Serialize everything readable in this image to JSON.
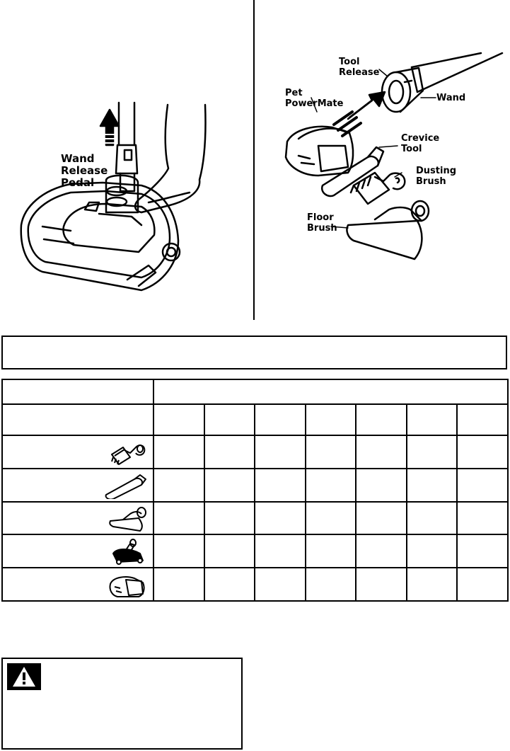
{
  "left_figure": {
    "callout_wand_release_pedal": "Wand\nRelease\nPedal"
  },
  "right_figure": {
    "callout_tool_release": "Tool\nRelease",
    "callout_wand": "Wand",
    "callout_pet_powermate": "Pet\nPowerMate",
    "callout_crevice_tool": "Crevice\nTool",
    "callout_dusting_brush": "Dusting\nBrush",
    "callout_floor_brush": "Floor\nBrush"
  },
  "tools_table": {
    "rows": [
      {
        "icon": "dusting-brush-icon"
      },
      {
        "icon": "crevice-tool-icon"
      },
      {
        "icon": "floor-brush-icon"
      },
      {
        "icon": "pet-powermate-small-icon"
      },
      {
        "icon": "pet-powermate-large-icon"
      }
    ],
    "column_count": 7
  },
  "warning": {
    "icon": "warning-triangle-icon"
  }
}
